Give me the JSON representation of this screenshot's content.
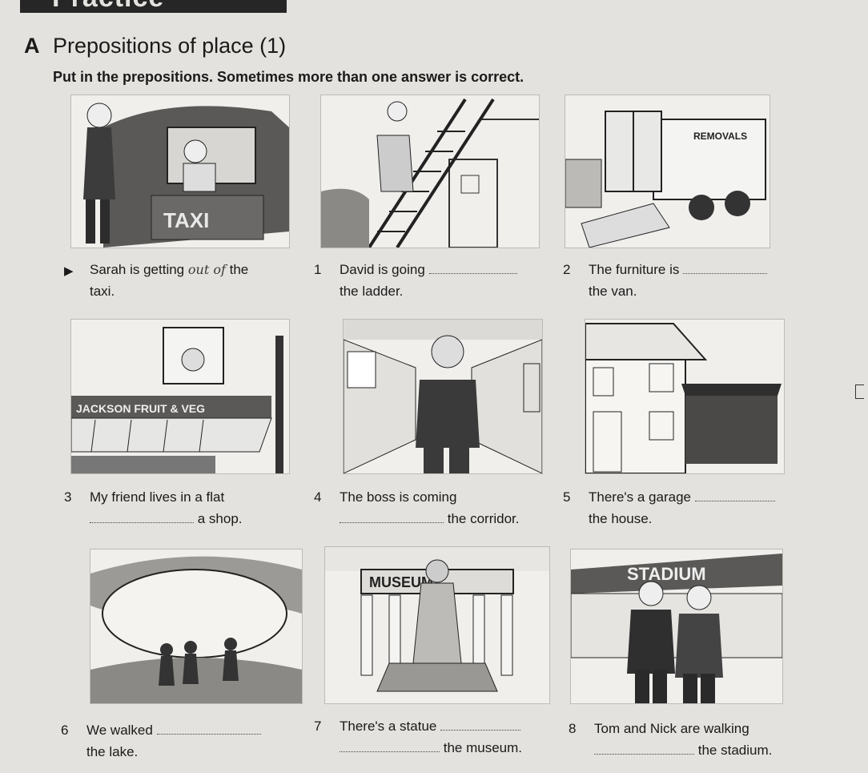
{
  "header": {
    "text": "Practice"
  },
  "section": {
    "letter": "A",
    "title": "Prepositions of place (1)",
    "instructions": "Put in the prepositions. Sometimes more than one answer is correct."
  },
  "exercises": [
    {
      "number": "",
      "line1_before": "Sarah is getting",
      "answer": "out of",
      "line1_after": "the",
      "line2": "taxi.",
      "picture_text": "TAXI",
      "icon": "arrow-right-icon"
    },
    {
      "number": "1",
      "line1_before": "David is going",
      "line2": "the ladder."
    },
    {
      "number": "2",
      "line1_before": "The furniture is",
      "line2": "the van.",
      "picture_text": "REMOVALS"
    },
    {
      "number": "3",
      "line1_before": "My friend lives in a flat",
      "line2": "a shop.",
      "picture_text": "JACKSON  FRUIT & VEG"
    },
    {
      "number": "4",
      "line1_before": "The boss is coming",
      "line2": "the corridor."
    },
    {
      "number": "5",
      "line1_before": "There's a garage",
      "line2": "the house."
    },
    {
      "number": "6",
      "line1_before": "We walked",
      "line2": "the lake."
    },
    {
      "number": "7",
      "line1_before": "There's a statue",
      "line2": "the museum.",
      "picture_text": "MUSEUM"
    },
    {
      "number": "8",
      "line1_before": "Tom and Nick are walking",
      "line2": "the stadium.",
      "picture_text": "STADIUM"
    }
  ]
}
